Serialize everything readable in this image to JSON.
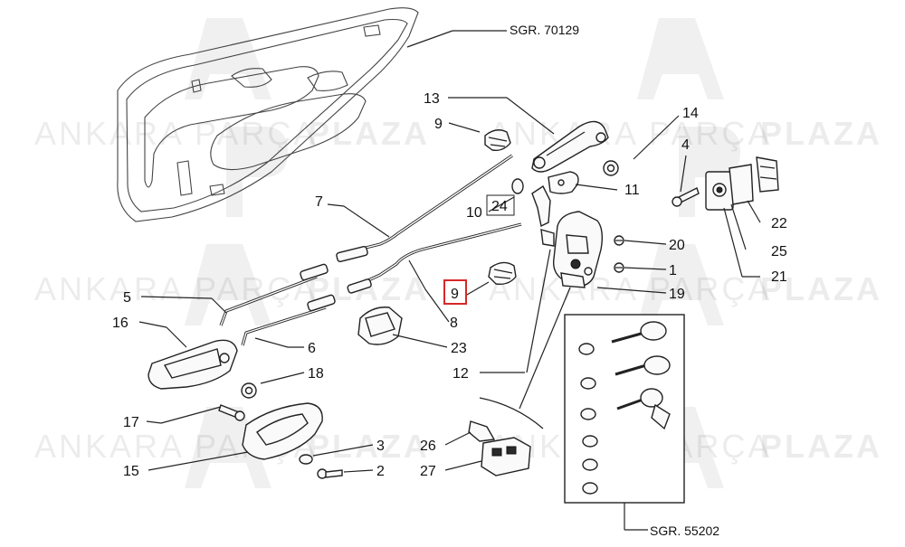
{
  "watermark": {
    "brand_light": "ANKARA PARÇA",
    "brand_bold": "PLAZA",
    "logo_letters": "AP"
  },
  "references": {
    "top": "SGR. 70129",
    "bottom": "SGR. 55202"
  },
  "highlight": {
    "label": "9",
    "color": "#d62828"
  },
  "callouts": [
    {
      "id": "c13",
      "label": "13"
    },
    {
      "id": "c9a",
      "label": "9"
    },
    {
      "id": "c14",
      "label": "14"
    },
    {
      "id": "c4",
      "label": "4"
    },
    {
      "id": "c11",
      "label": "11"
    },
    {
      "id": "c7",
      "label": "7"
    },
    {
      "id": "c10",
      "label": "10"
    },
    {
      "id": "c24",
      "label": "24"
    },
    {
      "id": "c22",
      "label": "22"
    },
    {
      "id": "c20",
      "label": "20"
    },
    {
      "id": "c25",
      "label": "25"
    },
    {
      "id": "c1",
      "label": "1"
    },
    {
      "id": "c21",
      "label": "21"
    },
    {
      "id": "c19",
      "label": "19"
    },
    {
      "id": "c5",
      "label": "5"
    },
    {
      "id": "c8",
      "label": "8"
    },
    {
      "id": "c16",
      "label": "16"
    },
    {
      "id": "c6",
      "label": "6"
    },
    {
      "id": "c23",
      "label": "23"
    },
    {
      "id": "c18",
      "label": "18"
    },
    {
      "id": "c12",
      "label": "12"
    },
    {
      "id": "c17",
      "label": "17"
    },
    {
      "id": "c3",
      "label": "3"
    },
    {
      "id": "c26",
      "label": "26"
    },
    {
      "id": "c15",
      "label": "15"
    },
    {
      "id": "c2",
      "label": "2"
    },
    {
      "id": "c27",
      "label": "27"
    }
  ]
}
